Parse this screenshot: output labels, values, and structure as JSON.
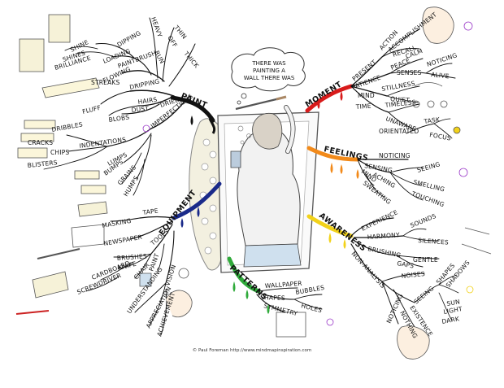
{
  "thought_bubble": {
    "line1": "THERE WAS",
    "line2": "PAINTING A",
    "line3": "WALL THERE WAS"
  },
  "credit": "© Paul Foreman http://www.mindmapinspiration.com",
  "branches": {
    "paint": {
      "title": "PAINT",
      "color": "#111111",
      "subs": [
        "DIPPING",
        "PAINTBRUSH",
        "LOADING",
        "FLOWING",
        "DRIPPING",
        "STREAKS",
        "HAIRS",
        "DUST",
        "DRIED",
        "FLUFF",
        "BLOBS",
        "IMPERFECTIONS",
        "SHINE",
        "SHINES",
        "BRILLIANCE",
        "THIN",
        "THICK",
        "HEAVY",
        "RUN",
        "OFF"
      ]
    },
    "moment": {
      "title": "MOMENT",
      "color": "#d81b1b",
      "subs": [
        "PRESENT",
        "ACTION",
        "ACCOMPLISHMENT",
        "RECALL",
        "PEACE",
        "CALM",
        "SENSES",
        "NOTICING",
        "ALIVE",
        "PATIENCE",
        "MIND",
        "STILLNESS",
        "QUIET",
        "TIME",
        "TIMELESS",
        "UNAWARE",
        "ORIENTATED",
        "TASK",
        "FOCUS"
      ]
    },
    "feelings": {
      "title": "FEELINGS",
      "color": "#f28a1a",
      "subs": [
        "NOTICING",
        "SENSING",
        "SEEING",
        "SMELLING",
        "TOUCHING",
        "MIND",
        "ACHING",
        "SWEATING"
      ]
    },
    "awareness": {
      "title": "AWARENESS",
      "color": "#f2d21a",
      "subs": [
        "EXPERIENCE",
        "HARMONY",
        "SOUNDS",
        "SILENCES",
        "BRUSHING",
        "GENTLE",
        "GAPS",
        "NON-ANALYSIS",
        "NOISES",
        "NOTICING",
        "SEEING",
        "SHAPES",
        "SHADOWS",
        "SUN",
        "LIGHT",
        "DARK",
        "NOTHING",
        "EXISTENCE"
      ]
    },
    "patterns": {
      "title": "PATTERNS",
      "color": "#2faa3a",
      "subs": [
        "WALLPAPER",
        "SHAPES",
        "BUBBLES",
        "HOLES",
        "SYMMETRY"
      ]
    },
    "equipment": {
      "title": "EQUIPMENT",
      "color": "#1a2a8a",
      "subs": [
        "TAPE",
        "MASKING",
        "NEWSPAPER",
        "TOOLS",
        "BRUSHES",
        "KNIFE",
        "CARDBOARD",
        "SCREWDRIVER",
        "CHAIR",
        "PAINT",
        "VISION",
        "UNDERSTANDING",
        "APPRECIATION",
        "ACHIEVEMENT"
      ]
    },
    "imperfections": {
      "subs": [
        "INDENTATIONS",
        "DRIBBLES",
        "CRACKS",
        "CHIPS",
        "BLISTERS",
        "LUMPS",
        "BUMPS",
        "GRAINS",
        "HUMPS"
      ]
    }
  }
}
